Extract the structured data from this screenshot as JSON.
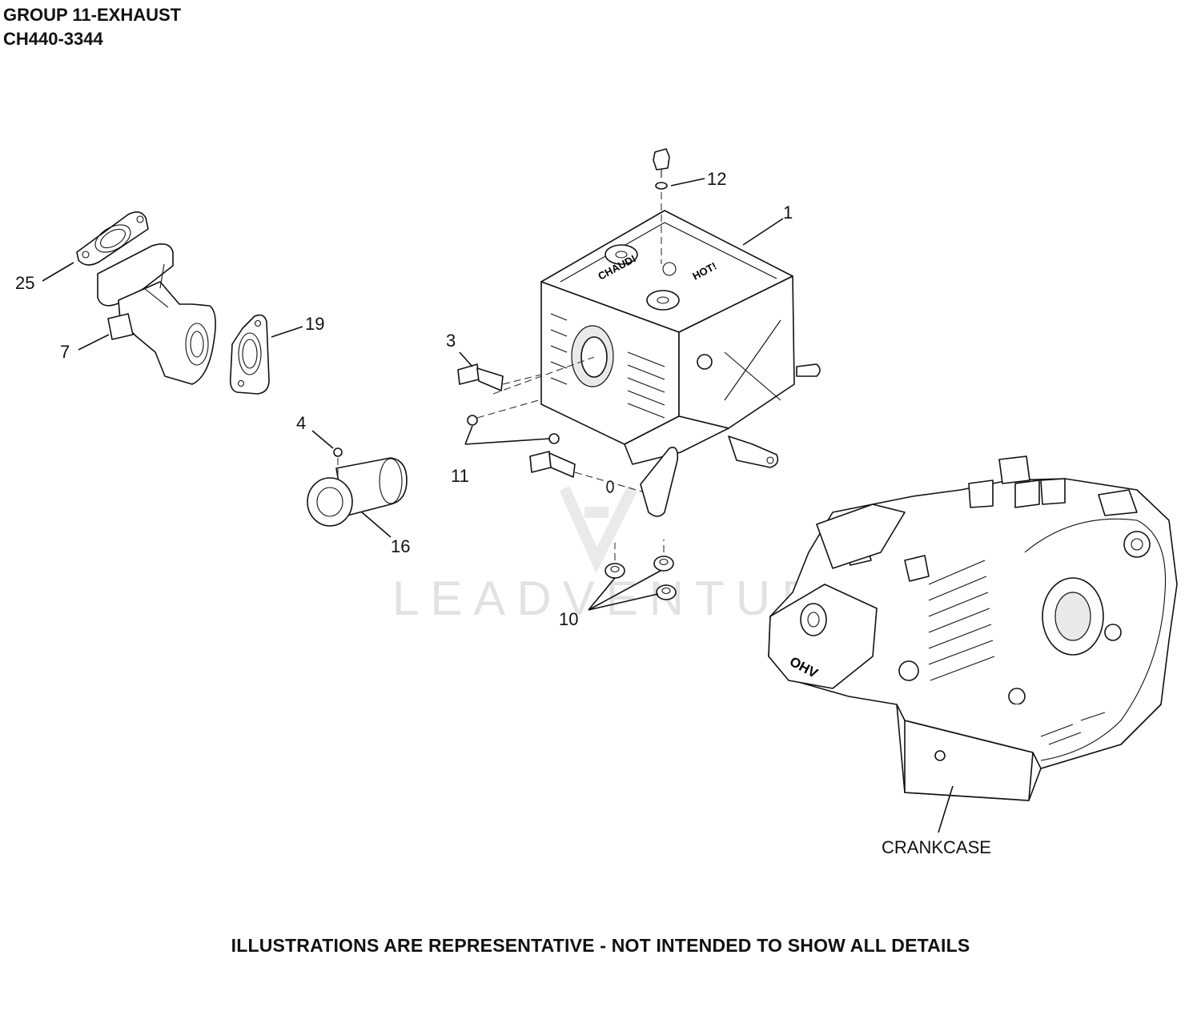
{
  "header": {
    "title": "GROUP 11-EXHAUST",
    "model": "CH440-3344"
  },
  "callouts": {
    "c1": "1",
    "c3": "3",
    "c4": "4",
    "c7": "7",
    "c10": "10",
    "c11": "11",
    "c12": "12",
    "c16": "16",
    "c19": "19",
    "c25": "25",
    "crankcase": "CRANKCASE"
  },
  "muffler_markings": {
    "chaud": "CHAUD!",
    "hot": "HOT!"
  },
  "engine_marking": "OHV",
  "watermark": "LEADVENTURE",
  "footer": "ILLUSTRATIONS ARE REPRESENTATIVE - NOT INTENDED TO SHOW ALL DETAILS"
}
